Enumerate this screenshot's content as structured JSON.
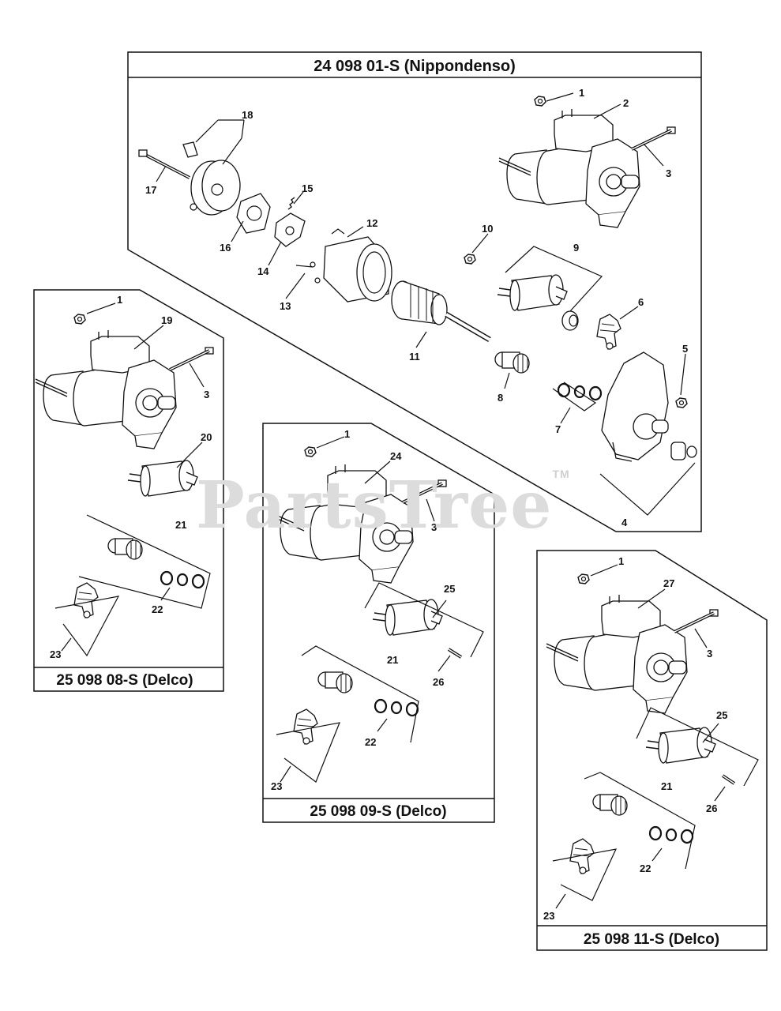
{
  "watermark": {
    "text": "PartsTree",
    "tm": "TM"
  },
  "panels": {
    "nippondenso": {
      "title": "24 098 01-S (Nippondenso)"
    },
    "delco08": {
      "title": "25 098 08-S (Delco)"
    },
    "delco09": {
      "title": "25 098 09-S (Delco)"
    },
    "delco11": {
      "title": "25 098 11-S (Delco)"
    }
  },
  "callouts": {
    "main": [
      "1",
      "2",
      "3",
      "18",
      "17",
      "16",
      "15",
      "14",
      "12",
      "13",
      "10",
      "9",
      "11",
      "6",
      "5",
      "8",
      "7",
      "4"
    ],
    "p08": [
      "1",
      "19",
      "3",
      "20",
      "21",
      "22",
      "23"
    ],
    "p09": [
      "1",
      "24",
      "3",
      "25",
      "21",
      "26",
      "22",
      "23"
    ],
    "p11": [
      "1",
      "27",
      "3",
      "25",
      "21",
      "26",
      "22",
      "23"
    ]
  }
}
